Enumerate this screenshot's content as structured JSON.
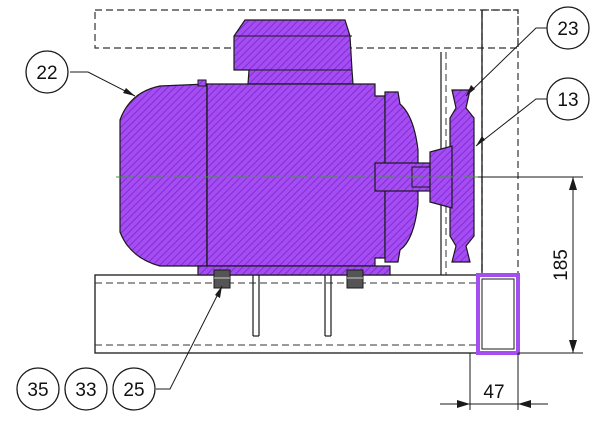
{
  "colors": {
    "motor_fill": "#a44df0",
    "motor_hatch": "#7d22d8",
    "outline": "#1a1a1a",
    "hidden_line": "#333333",
    "centerline": "#3b9a3b"
  },
  "balloons": {
    "b22": "22",
    "b23": "23",
    "b13": "13",
    "b35": "35",
    "b33": "33",
    "b25": "25"
  },
  "dimensions": {
    "height": "185",
    "width": "47"
  }
}
